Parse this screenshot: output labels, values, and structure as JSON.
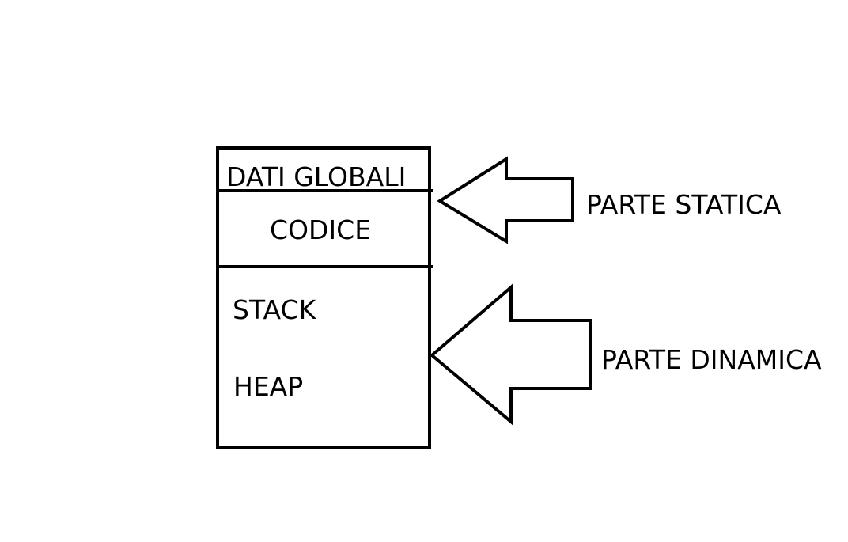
{
  "memory": {
    "segments": {
      "global_data": "DATI GLOBALI",
      "code": "CODICE",
      "stack": "STACK",
      "heap": "HEAP"
    }
  },
  "annotations": {
    "static_part": "PARTE STATICA",
    "dynamic_part": "PARTE DINAMICA"
  },
  "colors": {
    "stroke": "#000000",
    "background": "#ffffff"
  },
  "icons": {
    "static_arrow": "left-arrow-outline",
    "dynamic_arrow": "left-arrow-outline"
  }
}
